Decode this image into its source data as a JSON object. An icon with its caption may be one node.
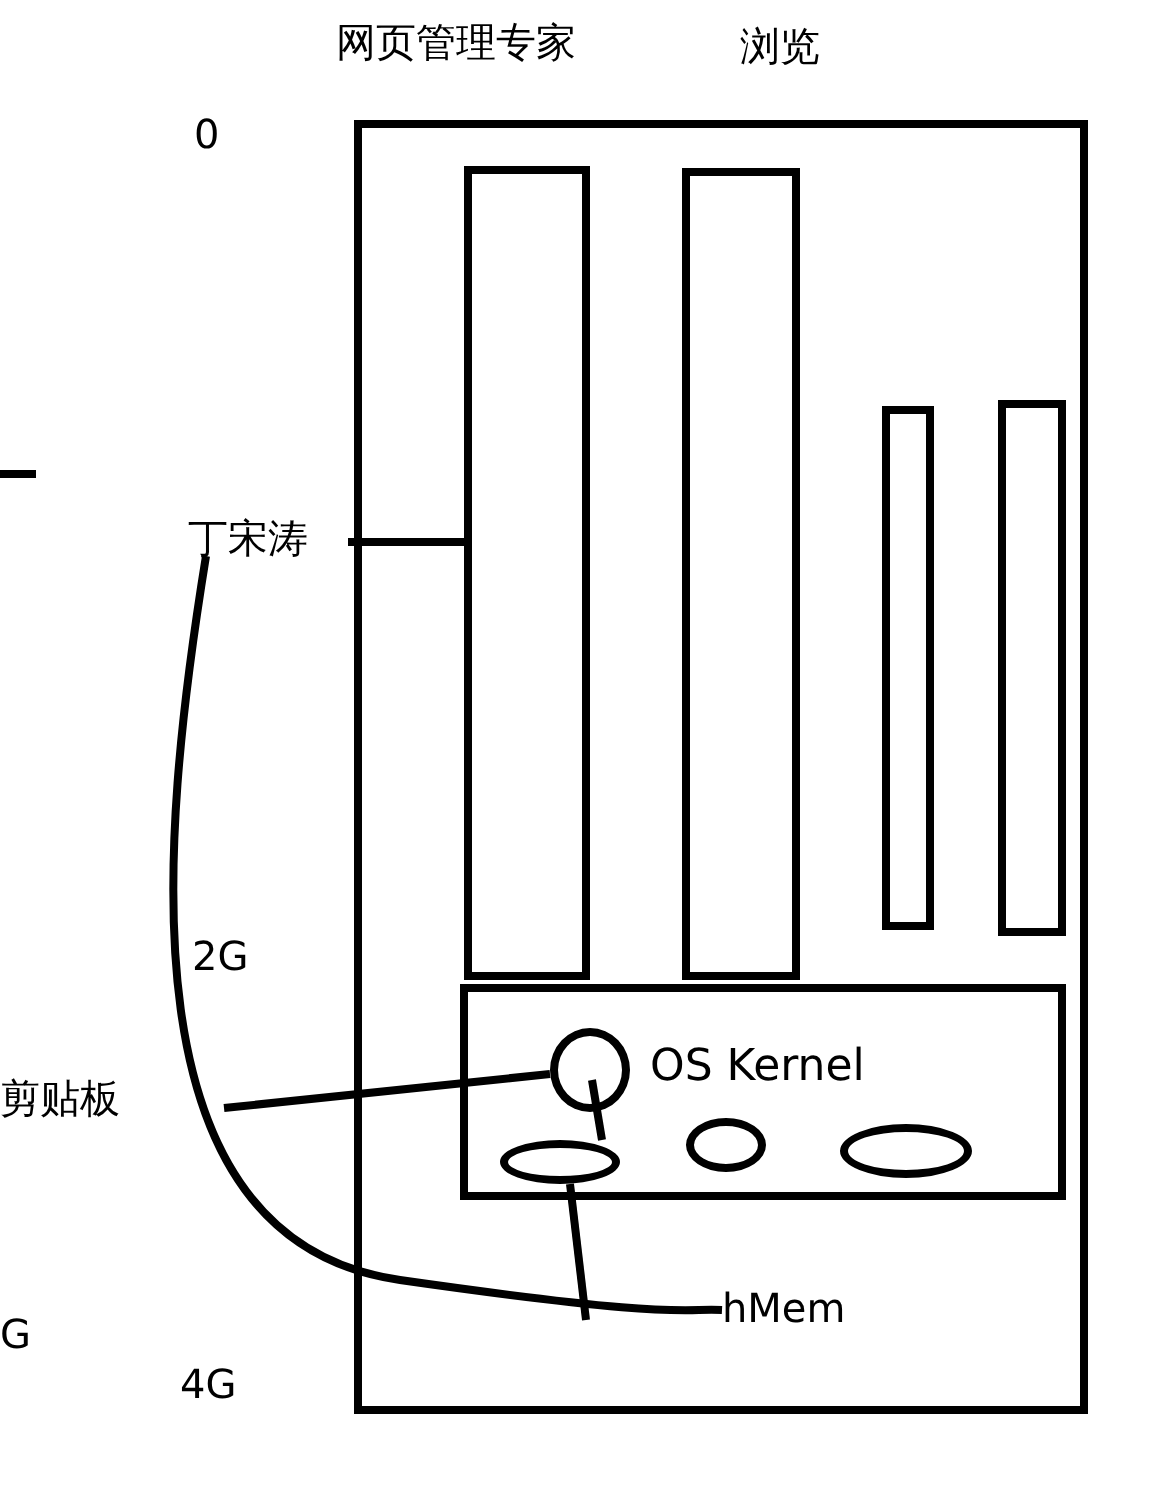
{
  "diagram": {
    "nodes": [
      {
        "text": [],
        "shape": "box"
      },
      {
        "text": [],
        "shape": "bar",
        "in": 0,
        "beside": [
          "网页管理专家"
        ]
      },
      {
        "text": [],
        "shape": "bar",
        "in": 0,
        "beside": [
          "浏览"
        ]
      },
      {
        "text": [],
        "shape": "bar",
        "in": 0
      },
      {
        "text": [],
        "shape": "bar",
        "in": 0
      },
      {
        "text": [
          "OS Kernel"
        ],
        "in": 0
      },
      {
        "text": [],
        "shape": "circle",
        "in": 5
      },
      {
        "text": [],
        "shape": "ellipse",
        "in": 5
      },
      {
        "text": [],
        "shape": "ellipse",
        "in": 5
      },
      {
        "text": [],
        "shape": "ellipse",
        "in": 5
      },
      {
        "text": [
          "丁宋涛"
        ]
      },
      {
        "text": [
          "剪贴板"
        ]
      },
      {
        "text": [
          "hMem"
        ],
        "in": 0
      }
    ],
    "edges": [
      {
        "from": 10,
        "to": 1,
        "arrow": "none"
      },
      {
        "from": 11,
        "to": 6,
        "arrow": "none"
      },
      {
        "from": 6,
        "to": 7,
        "arrow": "none"
      },
      {
        "from": 10,
        "to": 12,
        "arrow": "none"
      },
      {
        "from": 7,
        "to": 12,
        "arrow": "none"
      }
    ],
    "labels": [
      "0",
      "2G",
      "G",
      "4G"
    ]
  }
}
